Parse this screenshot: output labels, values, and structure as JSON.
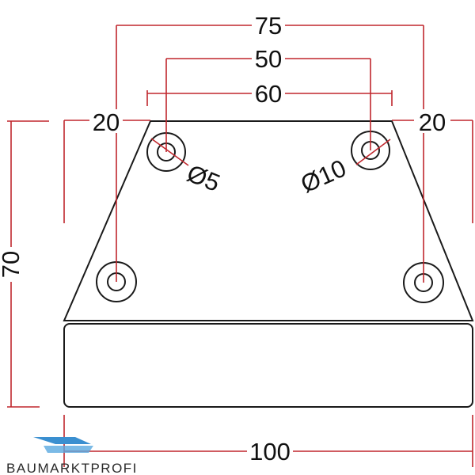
{
  "drawing": {
    "dimensions": {
      "top_width": "75",
      "hole_spacing_top": "50",
      "top_edge_width": "60",
      "left_offset": "20",
      "right_offset": "20",
      "height": "70",
      "bottom_width": "100"
    },
    "callouts": {
      "small_hole": "Ø5",
      "large_hole": "Ø10"
    },
    "watermark": "BAUMARKTPROFI",
    "colors": {
      "outline": "#1a1a1a",
      "dimension_line": "#c0272d",
      "text": "#111111",
      "logo_blue": "#3a8fd0"
    }
  }
}
